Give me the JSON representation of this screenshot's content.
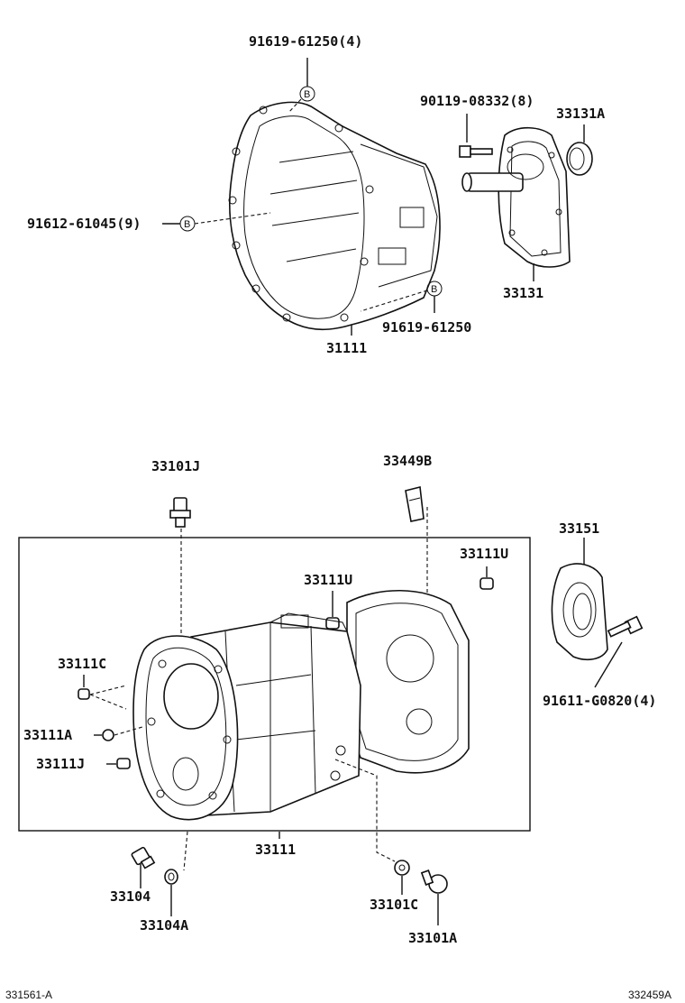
{
  "labels": {
    "top_bolt": "91619-61250(4)",
    "left_bolt": "91612-61045(9)",
    "bottom_bolt": "91619-61250",
    "bellhousing": "31111",
    "retainer_bolt": "90119-08332(8)",
    "oil_seal": "33131A",
    "retainer": "33131",
    "breather": "33101J",
    "clip": "33449B",
    "pin_right": "33111U",
    "pin_center": "33111U",
    "rear_retainer": "33151",
    "rear_bolt": "91611-G0820(4)",
    "pin_c": "33111C",
    "pin_a": "33111A",
    "pin_j": "33111J",
    "case": "33111",
    "drain_plug": "33104",
    "drain_gasket": "33104A",
    "filler_gasket": "33101C",
    "filler_plug": "33101A"
  },
  "callout_letter": "B",
  "footer": {
    "left": "331561-A",
    "right": "332459A"
  }
}
